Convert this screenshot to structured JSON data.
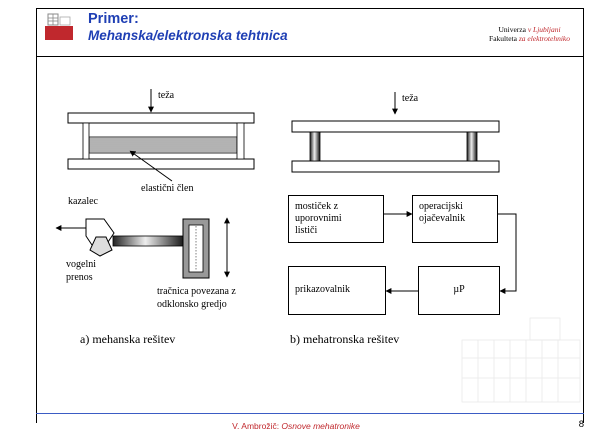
{
  "header": {
    "title": "Primer:",
    "subtitle": "Mehanska/elektronska tehtnica",
    "university_line1_a": "Univerza ",
    "university_line1_b": "v Ljubljani",
    "university_line2_a": "Fakulteta ",
    "university_line2_b": "za elektrotehniko"
  },
  "left_diagram": {
    "weight_label": "teža",
    "spring_label": "elastični člen",
    "pointer_label": "kazalec",
    "gear_label_1": "vogelni",
    "gear_label_2": "prenos",
    "rail_label_1": "tračnica povezana z",
    "rail_label_2": "odklonsko gredjo",
    "caption": "a) mehanska rešitev"
  },
  "right_diagram": {
    "weight_label": "teža",
    "blocks": {
      "bridge_1": "mostiček z",
      "bridge_2": "uporovnimi",
      "bridge_3": "lističi",
      "amp_1": "operacijski",
      "amp_2": "ojačevalnik",
      "micro": "µP",
      "display": "prikazovalnik"
    },
    "caption": "b) mehatronska rešitev"
  },
  "footer": {
    "author": "V. Ambrožič: ",
    "course": "Osnove mehatronike",
    "page_number": "8"
  },
  "colors": {
    "title_blue": "#1f3fb4",
    "accent_red": "#c0282d",
    "footer_line": "#3b5cc4"
  }
}
